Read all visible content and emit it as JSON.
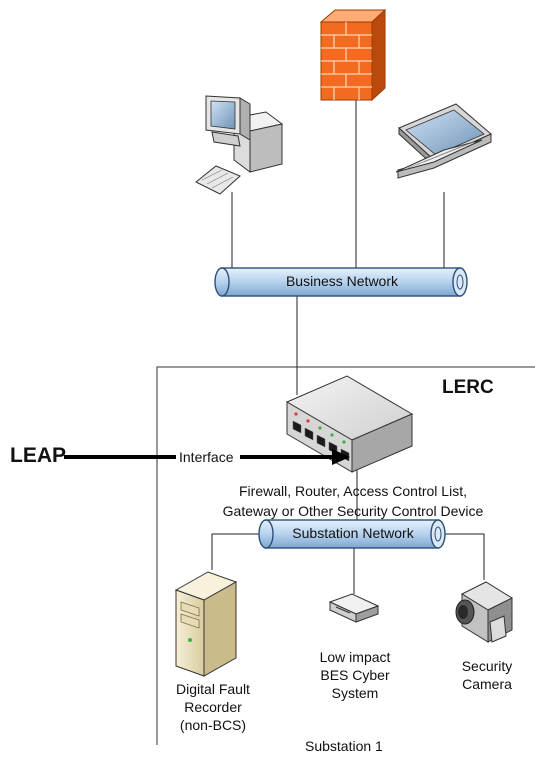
{
  "labels": {
    "business_network": "Business Network",
    "lerc": "LERC",
    "leap": "LEAP",
    "interface": "Interface",
    "firewall_line1": "Firewall, Router,  Access Control List,",
    "firewall_line2": "Gateway or Other Security Control Device",
    "substation_network": "Substation Network",
    "dfr_line1": "Digital Fault",
    "dfr_line2": "Recorder",
    "dfr_line3": "(non-BCS)",
    "low_line1": "Low impact",
    "low_line2": "BES Cyber",
    "low_line3": "System",
    "cam_line1": "Security",
    "cam_line2": "Camera",
    "substation": "Substation 1"
  },
  "icons": {
    "firewall": "brick-wall-icon",
    "desktop": "desktop-computer-icon",
    "laptop": "laptop-icon",
    "switch": "network-switch-icon",
    "server": "server-tower-icon",
    "small_device": "small-network-device-icon",
    "camera": "video-camera-icon"
  },
  "colors": {
    "firewall_orange": "#f26b21",
    "pipe_blue": "#bcd6ef",
    "pipe_edge": "#2b4f7a",
    "server_beige": "#efe6c6"
  }
}
